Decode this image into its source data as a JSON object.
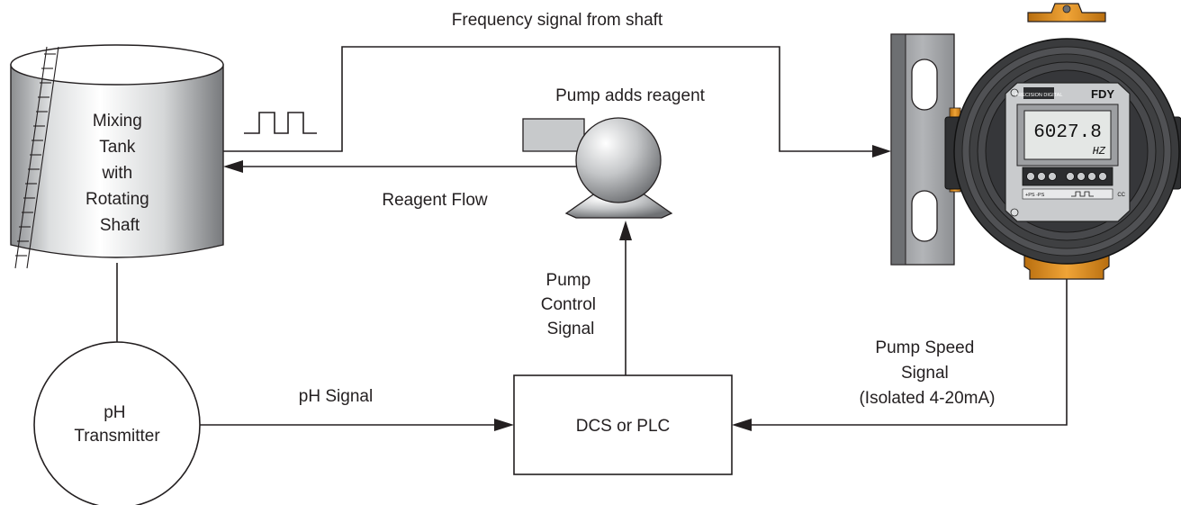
{
  "labels": {
    "frequency_signal": "Frequency signal from shaft",
    "tank": [
      "Mixing",
      "Tank",
      "with",
      "Rotating",
      "Shaft"
    ],
    "pump_adds": "Pump adds reagent",
    "reagent_flow": "Reagent Flow",
    "pump_control": [
      "Pump",
      "Control",
      "Signal"
    ],
    "ph_transmitter": [
      "pH",
      "Transmitter"
    ],
    "ph_signal": "pH Signal",
    "controller": "DCS or PLC",
    "pump_speed": [
      "Pump Speed",
      "Signal",
      "(Isolated 4-20mA)"
    ]
  },
  "meter": {
    "brand": "PRECISION DIGITAL",
    "model": "FDY",
    "reading": "6027.8",
    "unit": "HZ",
    "terminal_legend": "+PS -PS",
    "tag": "CC"
  },
  "colors": {
    "line": "#231f20",
    "bracket": "#9c9ea1",
    "bracket_dark": "#6d6f72",
    "orange": "#e0901e",
    "housing": "#3a3b3d",
    "lcd": "#e4e7e5"
  }
}
